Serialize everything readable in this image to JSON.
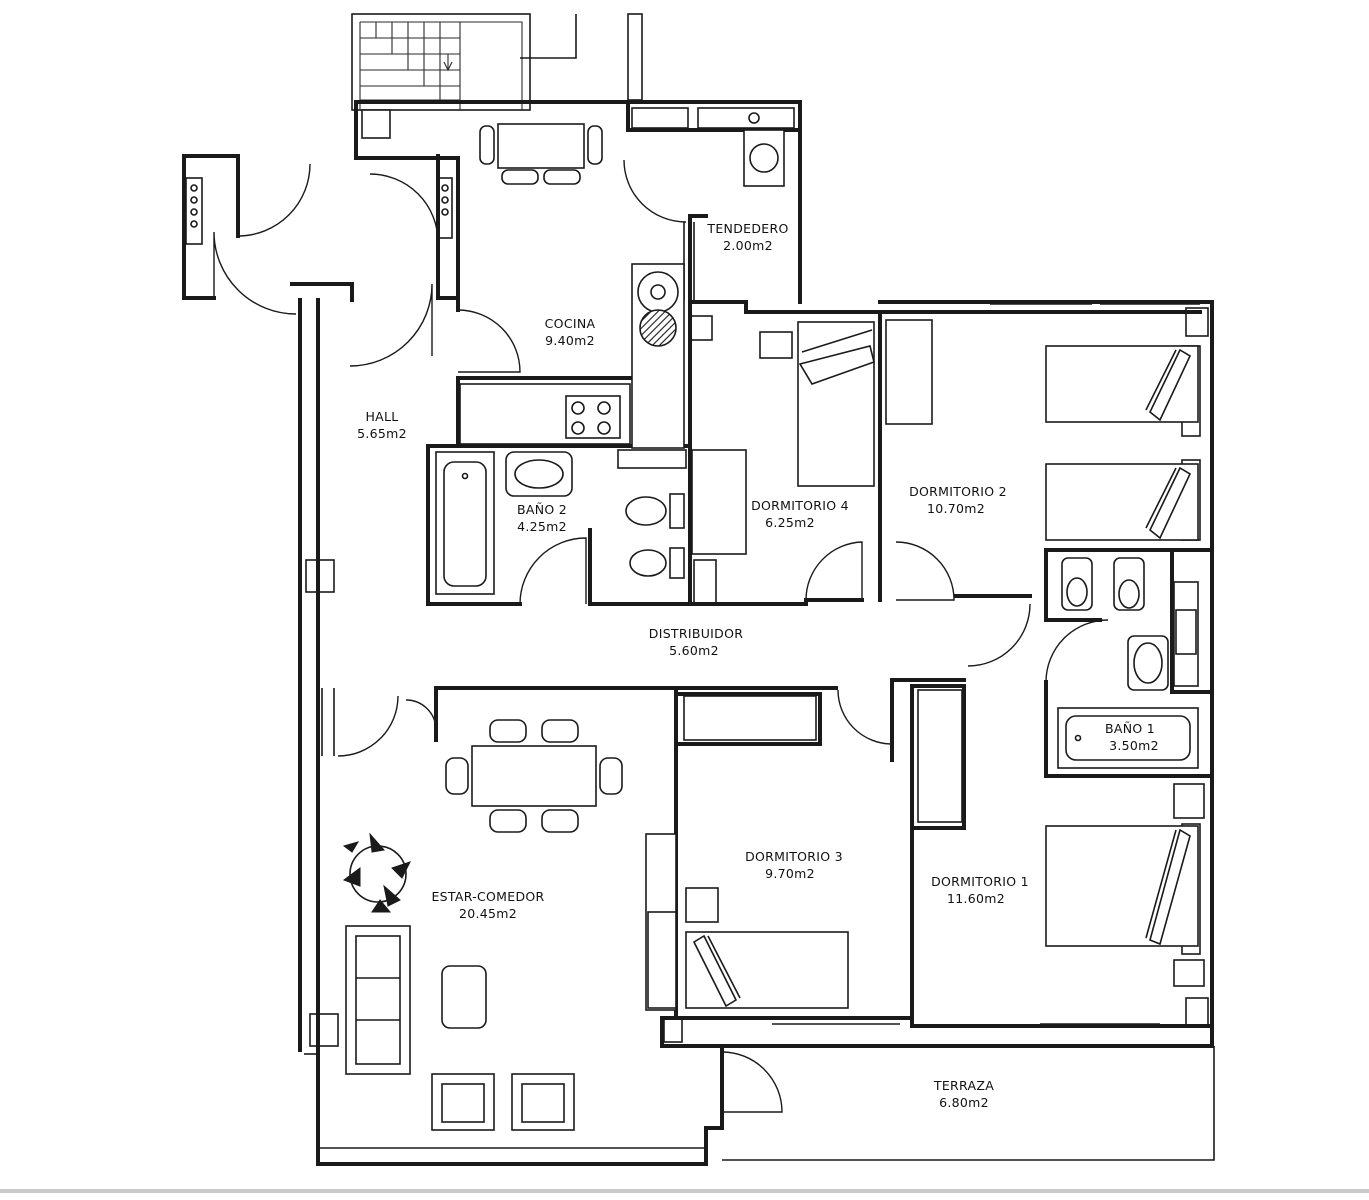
{
  "rooms": [
    {
      "id": "tendedero",
      "name": "TENDEDERO",
      "area": "2.00m2"
    },
    {
      "id": "cocina",
      "name": "COCINA",
      "area": "9.40m2"
    },
    {
      "id": "hall",
      "name": "HALL",
      "area": "5.65m2"
    },
    {
      "id": "bano2",
      "name": "BAÑO 2",
      "area": "4.25m2"
    },
    {
      "id": "dormitorio4",
      "name": "DORMITORIO 4",
      "area": "6.25m2"
    },
    {
      "id": "dormitorio2",
      "name": "DORMITORIO 2",
      "area": "10.70m2"
    },
    {
      "id": "distribuidor",
      "name": "DISTRIBUIDOR",
      "area": "5.60m2"
    },
    {
      "id": "bano1",
      "name": "BAÑO 1",
      "area": "3.50m2"
    },
    {
      "id": "dormitorio3",
      "name": "DORMITORIO 3",
      "area": "9.70m2"
    },
    {
      "id": "dormitorio1",
      "name": "DORMITORIO 1",
      "area": "11.60m2"
    },
    {
      "id": "estar",
      "name": "ESTAR-COMEDOR",
      "area": "20.45m2"
    },
    {
      "id": "terraza",
      "name": "TERRAZA",
      "area": "6.80m2"
    }
  ],
  "icons": {
    "stairs": "stairs-icon",
    "plant": "potted-plant-icon",
    "bed": "bed-icon",
    "toilet": "toilet-icon",
    "sink": "sink-icon",
    "bathtub": "bathtub-icon",
    "stove": "stove-icon"
  },
  "colors": {
    "ink": "#1a1a1a",
    "paper": "#ffffff"
  }
}
